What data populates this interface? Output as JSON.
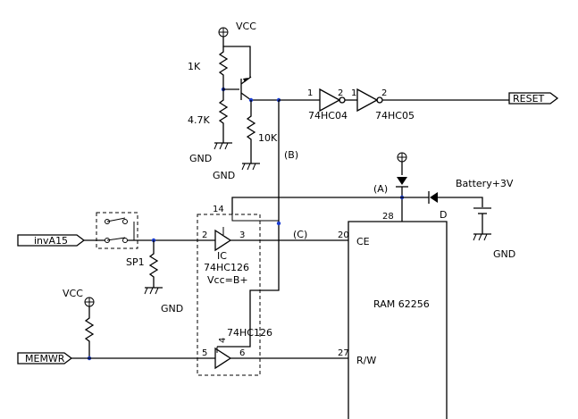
{
  "labels": {
    "vcc_top": "VCC",
    "r_1k": "1K",
    "r_47k": "4.7K",
    "r_10k": "10K",
    "gnd_left": "GND",
    "gnd_mid": "GND",
    "pin_inv1_in": "1",
    "pin_inv1_out": "2",
    "pin_inv2_in": "1",
    "pin_inv2_out": "2",
    "chip_hc04": "74HC04",
    "chip_hc05": "74HC05",
    "reset": "RESET",
    "node_b": "(B)",
    "node_a": "(A)",
    "battery": "Battery+3V",
    "diode_d": "D",
    "gnd_batt": "GND",
    "pin14": "14",
    "pin28": "28",
    "inv_a15": "invA15",
    "pin2": "2",
    "pin3": "3",
    "node_c": "(C)",
    "pin20": "20",
    "ce": "CE",
    "sp1": "SP1",
    "ic": "IC",
    "chip_hc126a": "74HC126",
    "vcc_b": "Vcc=B+",
    "gnd_sp1": "GND",
    "vcc_bottom": "VCC",
    "ram": "RAM 62256",
    "pin4": "4",
    "chip_hc126b": "74HC126",
    "mem_wr": "MEMWR",
    "pin5": "5",
    "pin6": "6",
    "pin27": "27",
    "rw": "R/W"
  }
}
